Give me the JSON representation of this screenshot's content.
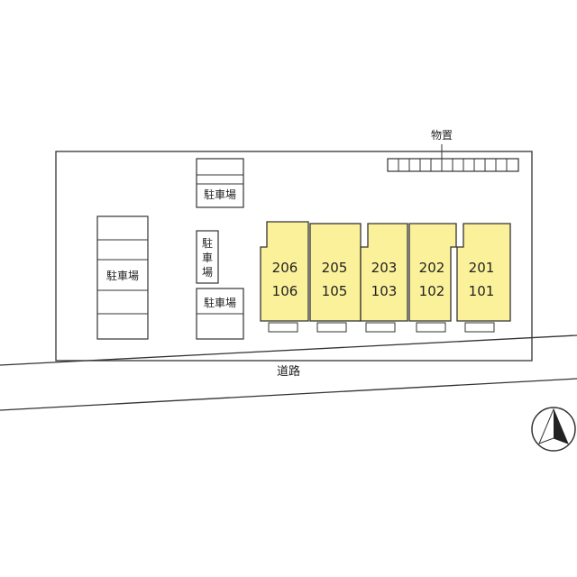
{
  "labels": {
    "storage": "物置",
    "parking_top": "駐車場",
    "parking_left": "駐車場",
    "parking_vertical": [
      "駐",
      "車",
      "場"
    ],
    "parking_bottom": "駐車場",
    "road": "道路"
  },
  "units": [
    {
      "upper": "206",
      "lower": "106"
    },
    {
      "upper": "205",
      "lower": "105"
    },
    {
      "upper": "203",
      "lower": "103"
    },
    {
      "upper": "202",
      "lower": "102"
    },
    {
      "upper": "201",
      "lower": "101"
    }
  ],
  "colors": {
    "unit_fill": "#fbf19a",
    "line": "#333333",
    "text": "#222222"
  },
  "icons": {
    "north_arrow": "north-arrow-icon"
  }
}
